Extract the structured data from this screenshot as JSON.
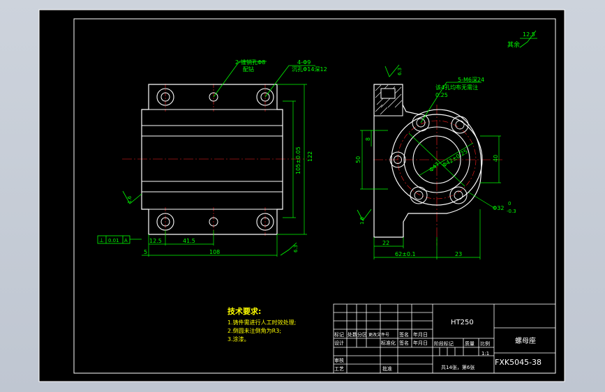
{
  "colors": {
    "background": "#000000",
    "outline": "#ffffff",
    "dimension": "#00ff00",
    "center": "#ff2020",
    "text_yellow": "#ffff00",
    "hatch": "#ffffff",
    "surround": "#c9cfd9"
  },
  "front_view": {
    "callout_holes": {
      "line1": "2-锥销孔Φ8",
      "line2": "配钻"
    },
    "callout_counterbore": {
      "line1": "4-Φ9",
      "line2": "沉孔Φ14深12"
    },
    "dim_bottom_left": "12.5",
    "dim_pitch": "41.5",
    "dim_width": "108",
    "dim_small_left": "5",
    "dim_height_inner": "105±0.05",
    "dim_height": "122",
    "roughness_left": "1.6",
    "roughness_bottom": "6.3",
    "tolerance_frame": {
      "symbol": "⊥",
      "value": "0.01",
      "datum": "A"
    }
  },
  "side_view": {
    "roughness_top": "6.3",
    "callout_thread": {
      "line1": "5-M6深24",
      "line2": "该4孔均布无需注",
      "line3": "0.25"
    },
    "dim_left_height": "50",
    "dim_top_left": "8",
    "dim_right_height": "40",
    "dim_radial_1": "Φ47",
    "dim_radial_2": "Φ42±0.25",
    "dim_diameter_bottom": {
      "value": "Φ32",
      "upper": "0",
      "lower": "-0.3"
    },
    "dim_bottom_left": "22",
    "dim_bottom_center": "62±0.1",
    "dim_bottom_right": "23",
    "roughness_side": "1.6"
  },
  "corner_roughness": {
    "symbol_label": "其余",
    "value": "12.5"
  },
  "tech_requirements": {
    "title": "技术要求:",
    "items": [
      "1.铸件需进行人工时效处理;",
      "2.倒圆未注倒角为R3;",
      "3.涂漆。"
    ]
  },
  "title_block": {
    "material": "HT250",
    "part_name": "螺母座",
    "drawing_number": "FXK5045-38",
    "scale": "1:1",
    "sheet_info": "共14张，第6张",
    "headers_row1": [
      "标记",
      "处数",
      "分区",
      "更改文件号",
      "签名",
      "年月日"
    ],
    "headers_row2": [
      "设计",
      "",
      "",
      "标准化",
      "签名",
      "年月日"
    ],
    "stage_headers": [
      "阶段标记",
      "质量",
      "比例"
    ],
    "label_review": "审核",
    "label_process": "工艺",
    "label_approve": "批准"
  }
}
